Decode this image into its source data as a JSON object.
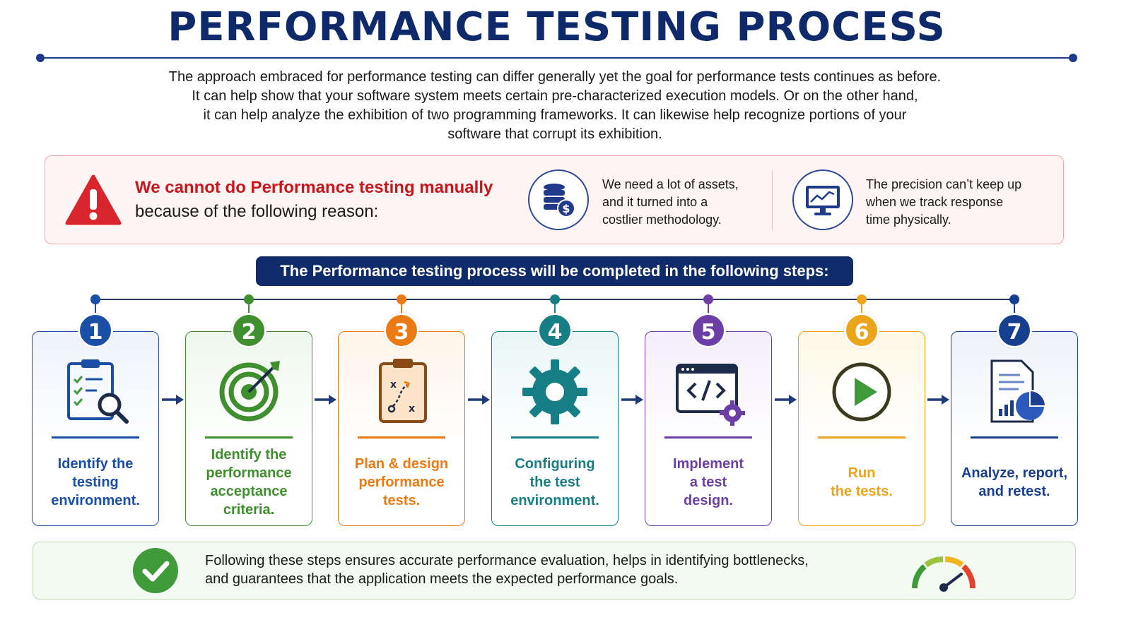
{
  "title": "PERFORMANCE TESTING PROCESS",
  "intro": {
    "line1": "The approach embraced for performance testing can differ generally yet the goal for performance tests continues as before.",
    "line2": "It can help show that your software system meets certain pre-characterized execution models. Or on the other hand,",
    "line3": "it can help analyze the exhibition of two programming frameworks. It can likewise help recognize portions of your",
    "line4": "software that corrupt its exhibition."
  },
  "reason": {
    "headline": "We cannot do Performance testing manually",
    "subline": "because of the following reason:",
    "items": [
      {
        "icon": "database-dollar-icon",
        "line1": "We need a lot of assets,",
        "line2": "and it turned into a",
        "line3": "costlier methodology."
      },
      {
        "icon": "monitor-chart-icon",
        "line1": "The precision can’t keep up",
        "line2": "when we track response",
        "line3": "time physically."
      }
    ]
  },
  "steps_banner": "The Performance testing process will be completed in the following steps:",
  "steps": [
    {
      "num": "1",
      "color": "#1a4fa8",
      "icon": "clipboard-search-icon",
      "lines": [
        "Identify the",
        "testing",
        "environment."
      ]
    },
    {
      "num": "2",
      "color": "#3f8f2f",
      "icon": "target-arrow-icon",
      "lines": [
        "Identify the",
        "performance",
        "acceptance",
        "criteria."
      ]
    },
    {
      "num": "3",
      "color": "#ec7a14",
      "icon": "clipboard-plan-icon",
      "lines": [
        "Plan & design",
        "performance",
        "tests."
      ]
    },
    {
      "num": "4",
      "color": "#167f86",
      "icon": "gear-icon",
      "lines": [
        "Configuring",
        "the test",
        "environment."
      ]
    },
    {
      "num": "5",
      "color": "#6d3fa6",
      "icon": "code-window-icon",
      "lines": [
        "Implement",
        "a test",
        "design."
      ]
    },
    {
      "num": "6",
      "color": "#eaa51a",
      "icon": "play-icon",
      "lines": [
        "Run",
        "the tests."
      ]
    },
    {
      "num": "7",
      "color": "#173f8f",
      "icon": "report-chart-icon",
      "lines": [
        "Analyze, report,",
        "and retest."
      ]
    }
  ],
  "footer": {
    "line1": "Following these steps ensures accurate performance evaluation, helps in identifying bottlenecks,",
    "line2": "and guarantees that the application meets the expected performance goals."
  }
}
